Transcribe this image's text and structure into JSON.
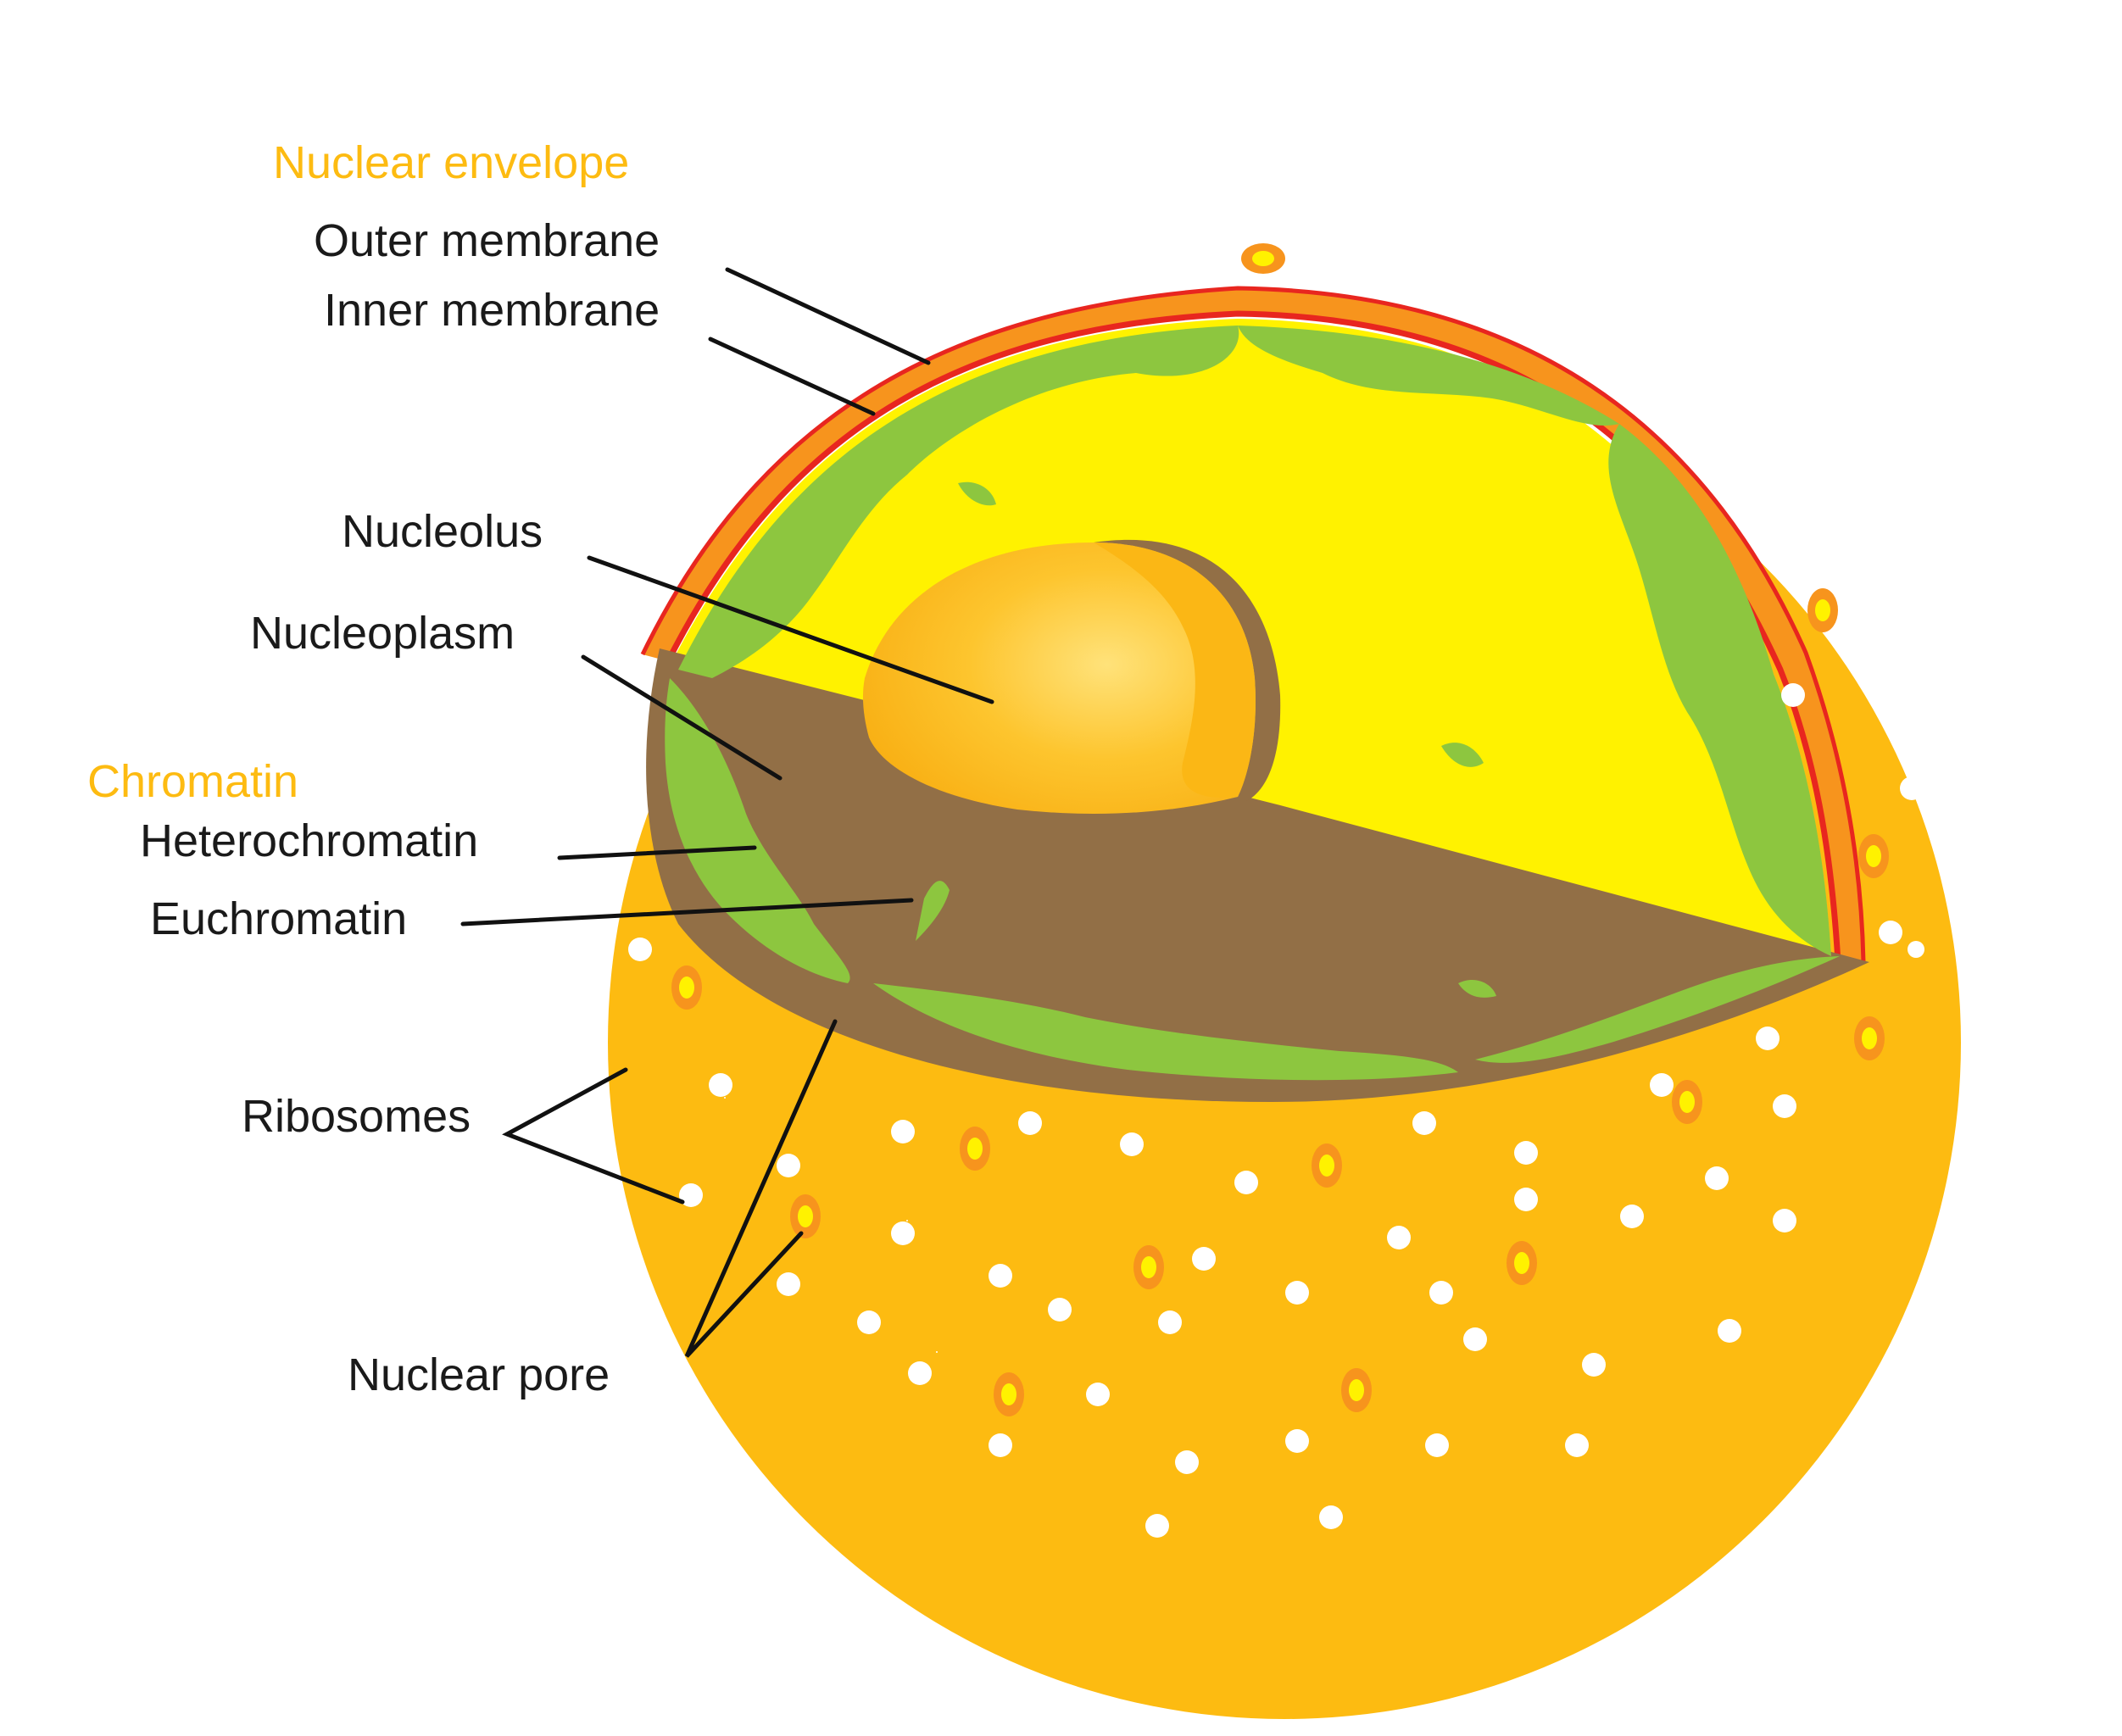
{
  "diagram": {
    "colors": {
      "cytoplasm": "#FDBB11",
      "outer_membrane": "#F7941D",
      "membrane_line": "#E8261F",
      "nucleoplasm": "#FFF200",
      "cut_section": "#926F46",
      "chromatin": "#8DC63F",
      "nucleolus": "#FBB715",
      "ribosome": "#FFFFFF",
      "heading_text": "#FDBB11",
      "label_text": "#1A1A1A"
    },
    "headings": {
      "nuclear_envelope": "Nuclear envelope",
      "chromatin": "Chromatin"
    },
    "labels": {
      "outer_membrane": "Outer membrane",
      "inner_membrane": "Inner membrane",
      "nucleolus": "Nucleolus",
      "nucleoplasm": "Nucleoplasm",
      "heterochromatin": "Heterochromatin",
      "euchromatin": "Euchromatin",
      "ribosomes": "Ribosomes",
      "nuclear_pore": "Nuclear pore"
    }
  }
}
